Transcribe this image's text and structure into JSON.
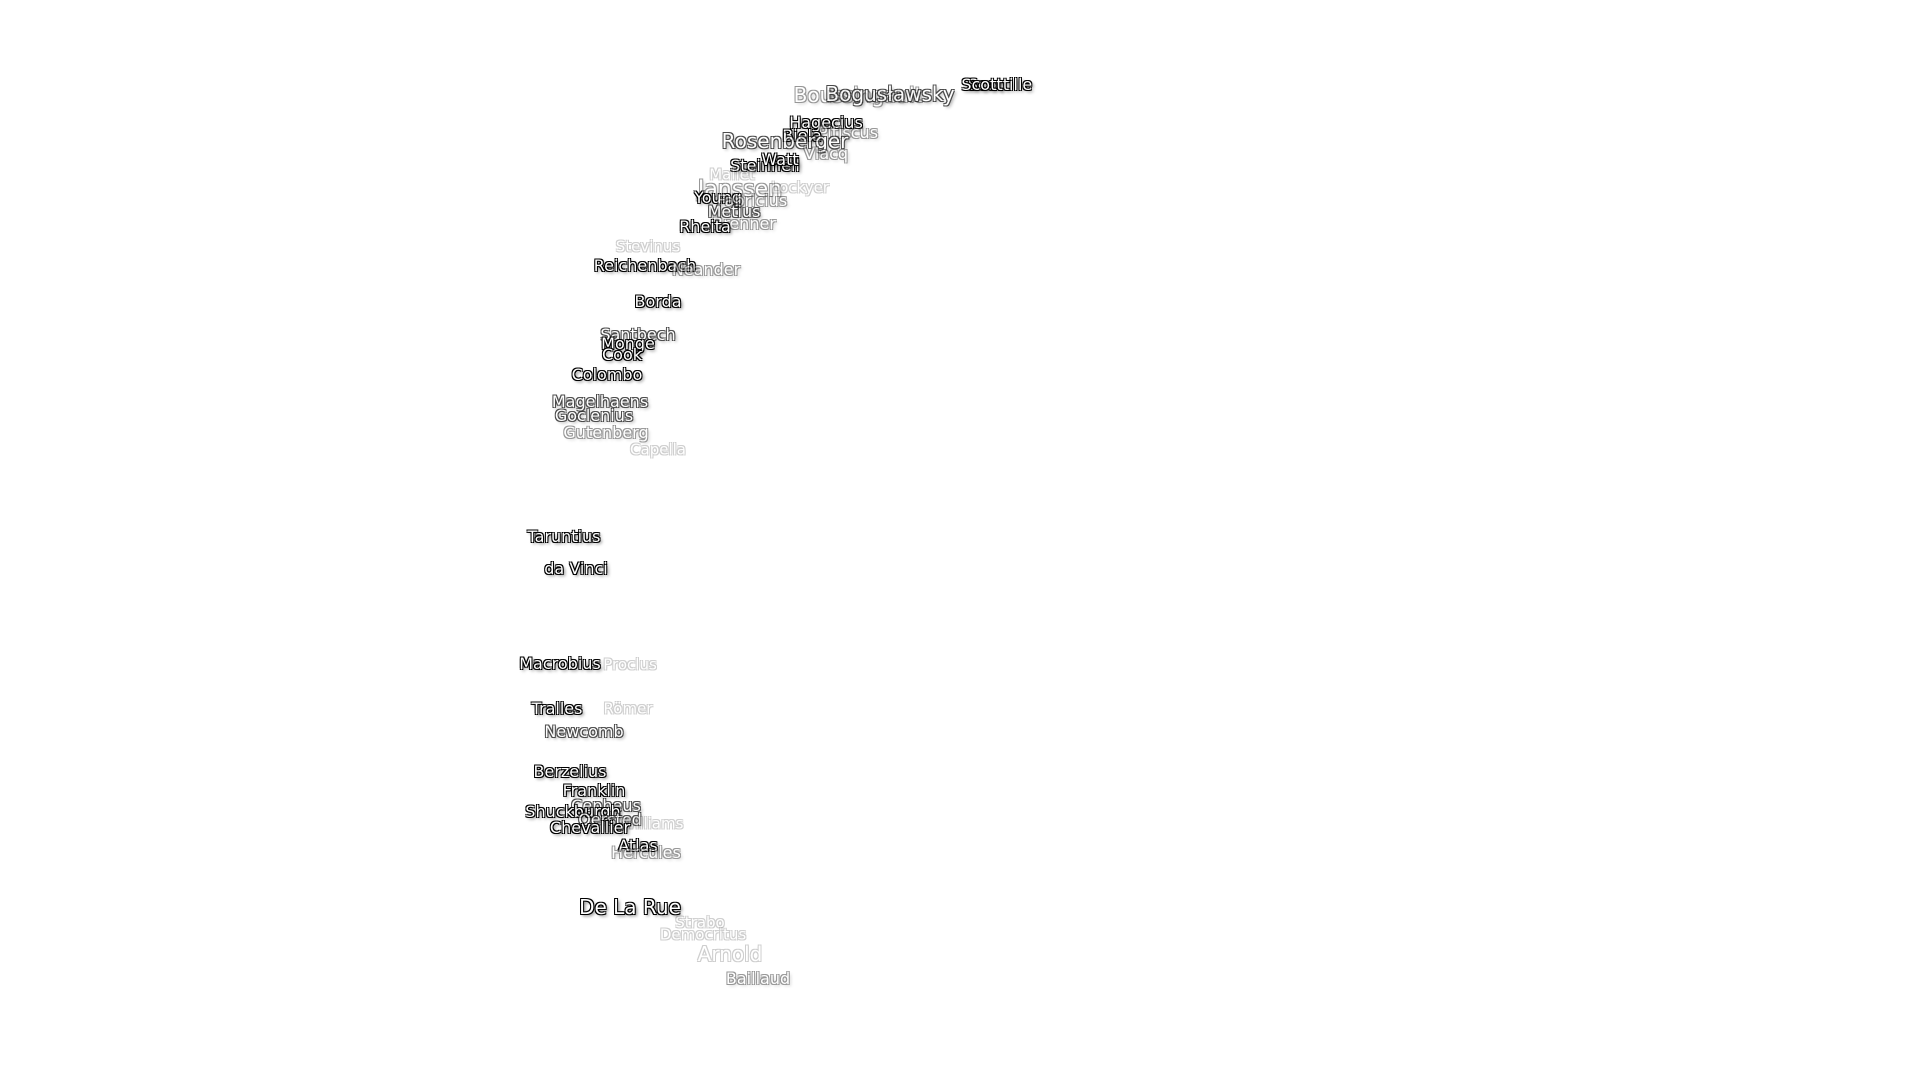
{
  "labels": [
    {
      "text": "Scottille",
      "op": 1
    },
    {
      "text": "Scott",
      "op": 1
    },
    {
      "text": "Boussingault",
      "op": 3,
      "size": "big"
    },
    {
      "text": "Bogusławsky",
      "op": 2,
      "size": "big"
    },
    {
      "text": "Hagecius",
      "op": 1
    },
    {
      "text": "Pitiscus",
      "op": 3
    },
    {
      "text": "Biela",
      "op": 1
    },
    {
      "text": "Rosenberger",
      "op": 2,
      "size": "big"
    },
    {
      "text": "Vlacq",
      "op": 3
    },
    {
      "text": "Steinheil",
      "op": 1
    },
    {
      "text": "Watt",
      "op": 1
    },
    {
      "text": "Mallet",
      "op": 4
    },
    {
      "text": "Janssen",
      "op": 3,
      "size": "huge"
    },
    {
      "text": "Lockyer",
      "op": 4
    },
    {
      "text": "Young",
      "op": 1
    },
    {
      "text": "Fabricius",
      "op": 3
    },
    {
      "text": "Metius",
      "op": 2
    },
    {
      "text": "Brenner",
      "op": 3
    },
    {
      "text": "Rheita",
      "op": 1
    },
    {
      "text": "Stevinus",
      "op": 4
    },
    {
      "text": "Reichenbach",
      "op": 1
    },
    {
      "text": "Neander",
      "op": 3
    },
    {
      "text": "Borda",
      "op": 1
    },
    {
      "text": "Santbech",
      "op": 2
    },
    {
      "text": "Monge",
      "op": 1
    },
    {
      "text": "Cook",
      "op": 1
    },
    {
      "text": "Colombo",
      "op": 1
    },
    {
      "text": "Magelhaens",
      "op": 2
    },
    {
      "text": "Goclenius",
      "op": 2
    },
    {
      "text": "Gutenberg",
      "op": 3
    },
    {
      "text": "Capella",
      "op": 4
    },
    {
      "text": "Taruntius",
      "op": 1
    },
    {
      "text": "da Vinci",
      "op": 1
    },
    {
      "text": "Macrobius",
      "op": 1
    },
    {
      "text": "Proclus",
      "op": 4
    },
    {
      "text": "Tralles",
      "op": 1
    },
    {
      "text": "Römer",
      "op": 4
    },
    {
      "text": "Newcomb",
      "op": 2
    },
    {
      "text": "Berzelius",
      "op": 1
    },
    {
      "text": "Franklin",
      "op": 1
    },
    {
      "text": "Cepheus",
      "op": 2
    },
    {
      "text": "Shuckburgh",
      "op": 1
    },
    {
      "text": "Oersted",
      "op": 2
    },
    {
      "text": "Williams",
      "op": 4
    },
    {
      "text": "Chevallier",
      "op": 1
    },
    {
      "text": "Atlas",
      "op": 1
    },
    {
      "text": "Hercules",
      "op": 3
    },
    {
      "text": "De La Rue",
      "op": 1,
      "size": "big"
    },
    {
      "text": "Strabo",
      "op": 4
    },
    {
      "text": "Democritus",
      "op": 4
    },
    {
      "text": "Arnold",
      "op": 4,
      "size": "big"
    },
    {
      "text": "Baillaud",
      "op": 3
    }
  ]
}
